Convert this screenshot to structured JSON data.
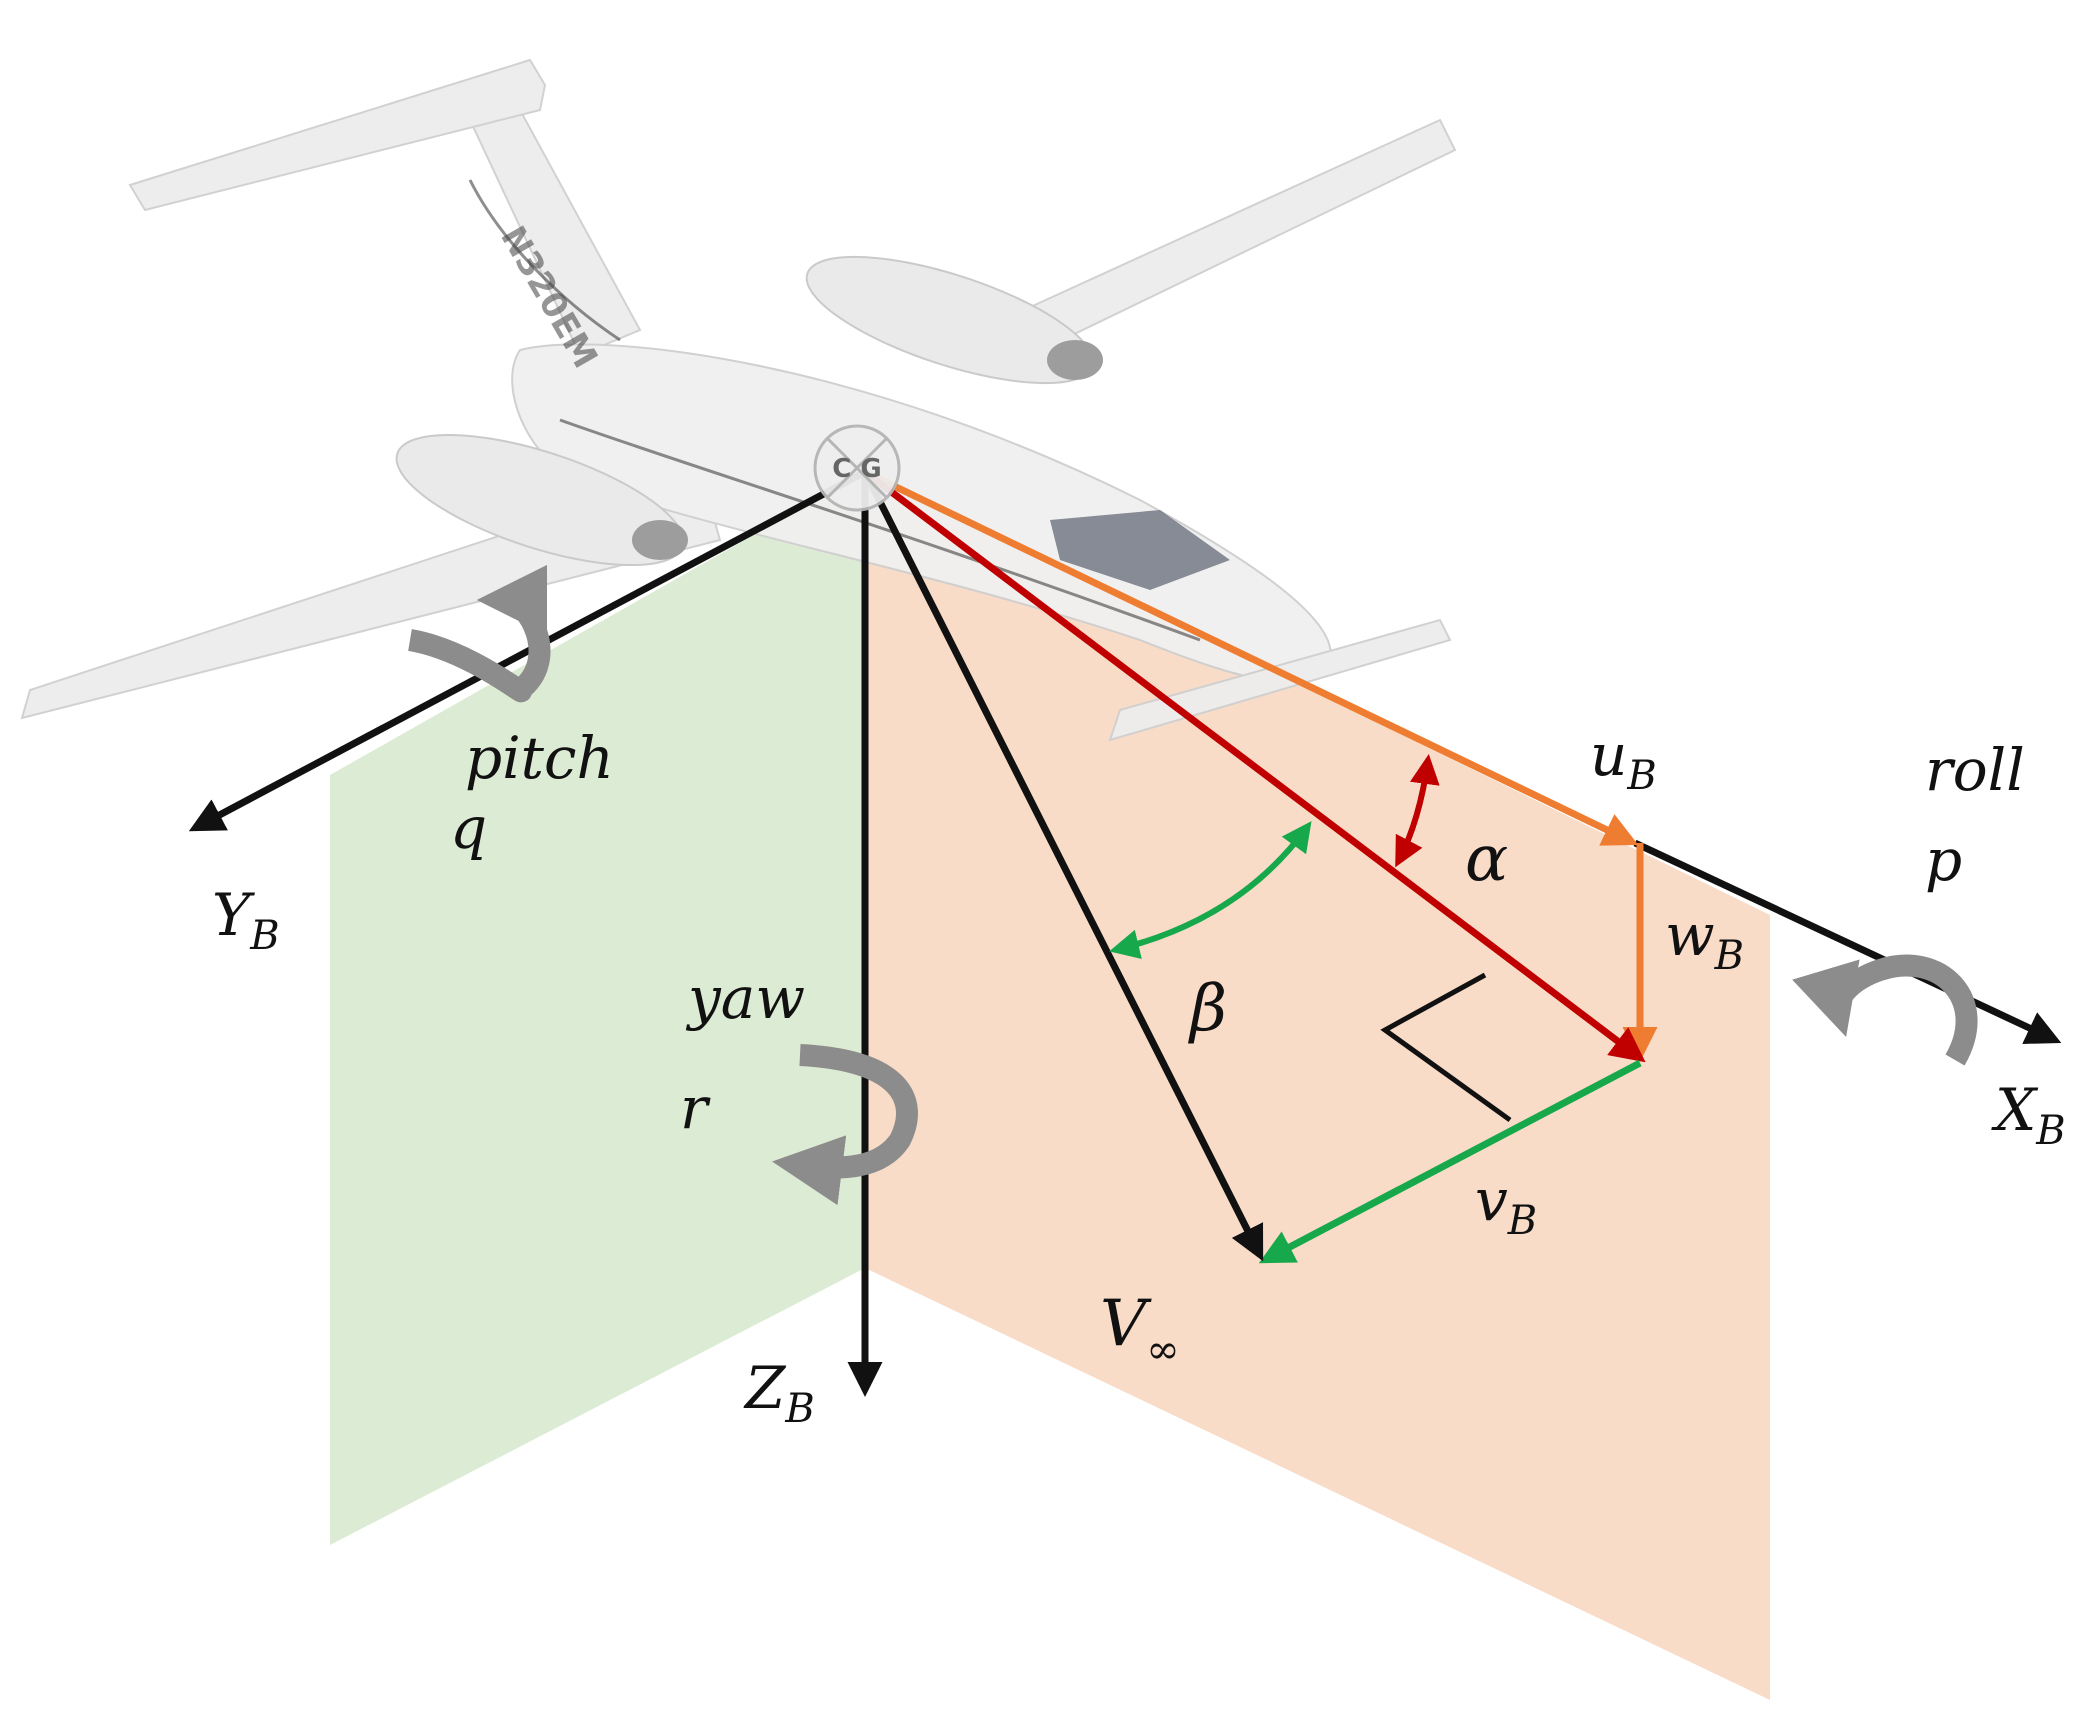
{
  "cg_label": "C G",
  "aircraft_registration": "N320EM",
  "labels": {
    "x_axis": "X",
    "x_axis_sub": "B",
    "y_axis": "Y",
    "y_axis_sub": "B",
    "z_axis": "Z",
    "z_axis_sub": "B",
    "u": "u",
    "u_sub": "B",
    "w": "w",
    "w_sub": "B",
    "v": "v",
    "v_sub": "B",
    "airspeed": "V",
    "airspeed_sub": "∞",
    "alpha": "α",
    "beta": "β",
    "pitch": "pitch",
    "pitch_rate": "q",
    "yaw": "yaw",
    "yaw_rate": "r",
    "roll": "roll",
    "roll_rate": "p"
  },
  "colors": {
    "axis": "#111111",
    "u_vector": "#ee7d31",
    "w_vector": "#ee7d31",
    "v_vector": "#16a84a",
    "projection": "#c00000",
    "alpha_arc": "#c00000",
    "beta_arc": "#16a84a",
    "xz_plane": "#f8dcc8",
    "xy_plane": "#dcebd3",
    "rotation_arrow": "#8c8c8c"
  }
}
